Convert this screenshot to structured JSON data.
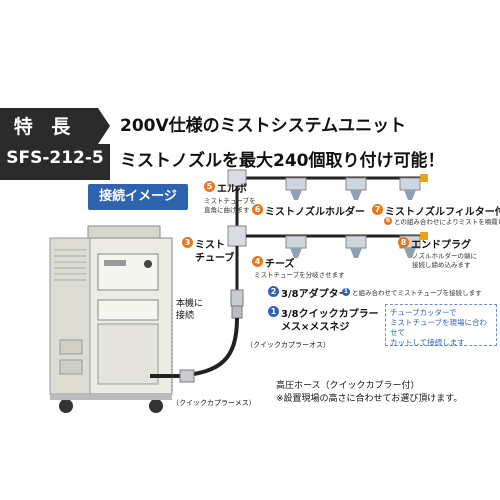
{
  "header": {
    "label": "特 長",
    "model": "SFS-212-5",
    "line1": "200V仕様のミストシステムユニット",
    "line2": "ミストノズルを最大240個取り付け可能！"
  },
  "badge": "接続イメージ",
  "parts": [
    {
      "num": "5",
      "name": "エルボ",
      "desc1": "ミストチューブを",
      "desc2": "直角に曲げます"
    },
    {
      "num": "6",
      "name": "ミストノズルホルダー"
    },
    {
      "num": "7",
      "name": "ミストノズルフィルター付",
      "desc1_num": "6",
      "desc1": "との組み合わせによりミストを噴霧します"
    },
    {
      "num": "3",
      "name1": "ミスト",
      "name2": "チューブ"
    },
    {
      "num": "4",
      "name": "チーズ",
      "desc1": "ミストチューブを分岐させます"
    },
    {
      "num": "8",
      "name": "エンドプラグ",
      "desc1": "ノズルホルダーの端に",
      "desc2": "接続し締め込みます"
    },
    {
      "num": "2",
      "name": "3/8アダプター",
      "desc1_num": "1",
      "desc1": "と組み合わせてミストチューブを接続します"
    },
    {
      "num": "1",
      "name1": "3/8クイックカプラー",
      "name2": "メス×メスネジ"
    }
  ],
  "labels": {
    "main_unit1": "本機に",
    "main_unit2": "接続",
    "coupler_male": "（クイックカプラーオス）",
    "coupler_female": "（クイックカプラーメス）",
    "hose": "高圧ホース（クイックカプラー付）",
    "hose_note": "※設置現場の高さに合わせてお選び頂けます。"
  },
  "note": {
    "line1": "チューブカッターで",
    "line2": "ミストチューブを現場に合わせて",
    "line3": "カットして接続します"
  },
  "colors": {
    "accent_blue": "#2f63b0",
    "accent_orange": "#e8761a",
    "header_dark": "#2b2b2b"
  }
}
